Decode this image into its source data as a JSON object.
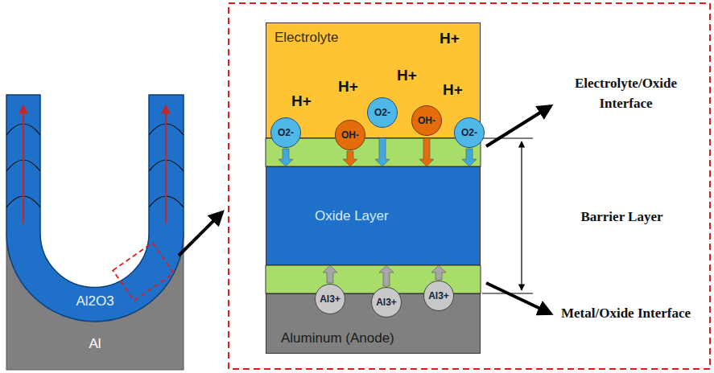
{
  "diagram": {
    "nodes": [
      {
        "text": [
          "Electrolyte"
        ]
      },
      {
        "text": [
          "Oxide Layer"
        ]
      },
      {
        "text": [
          "Aluminum (Anode)"
        ]
      },
      {
        "text": [
          "O2-"
        ]
      },
      {
        "text": [
          "OH-"
        ]
      },
      {
        "text": [
          "O2-"
        ]
      },
      {
        "text": [
          "OH-"
        ]
      },
      {
        "text": [
          "O2-"
        ]
      },
      {
        "text": [
          "Al3+"
        ]
      },
      {
        "text": [
          "Al3+"
        ]
      },
      {
        "text": [
          "Al3+"
        ]
      }
    ],
    "edges": [
      {
        "from": 3,
        "to": 1,
        "arrow": "to"
      },
      {
        "from": 4,
        "to": 1,
        "arrow": "to"
      },
      {
        "from": 5,
        "to": 1,
        "arrow": "to"
      },
      {
        "from": 6,
        "to": 1,
        "arrow": "to"
      },
      {
        "from": 7,
        "to": 1,
        "arrow": "to"
      },
      {
        "from": 8,
        "to": 1,
        "arrow": "to"
      },
      {
        "from": 9,
        "to": 1,
        "arrow": "to"
      },
      {
        "from": 10,
        "to": 1,
        "arrow": "to"
      }
    ],
    "labels": [
      "Al2O3",
      "Al",
      "H+",
      "H+",
      "H+",
      "H+",
      "H+",
      "Electrolyte/Oxide Interface",
      "Barrier Layer",
      "Metal/Oxide Interface"
    ]
  }
}
